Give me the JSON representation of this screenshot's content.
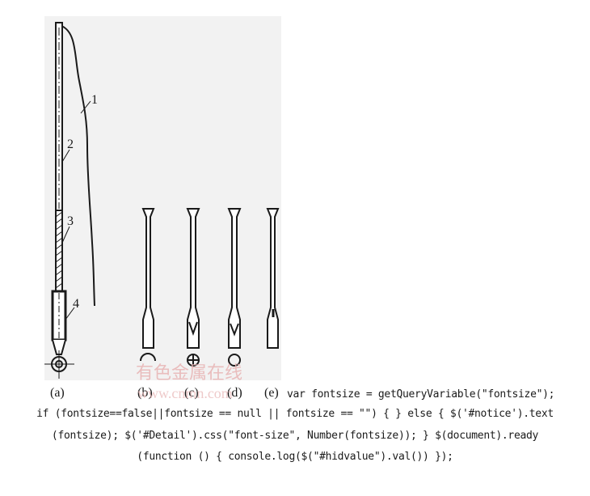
{
  "figure": {
    "callouts": [
      "1",
      "2",
      "3",
      "4"
    ],
    "panel_labels": [
      "(a)",
      "(b)",
      "(c)",
      "(d)",
      "(e)"
    ],
    "watermark": {
      "cn": "有色金属在线",
      "url": "www.cnmn.com"
    }
  },
  "code_text": {
    "line1": "var fontsize = getQueryVariable(\"fontsize\");",
    "line2": "if (fontsize==false||fontsize == null || fontsize == \"\") { } else { $('#notice').text",
    "line3": "(fontsize); $('#Detail').css(\"font-size\", Number(fontsize)); } $(document).ready",
    "line4": "(function () { console.log($(\"#hidvalue\").val()) });"
  },
  "colors": {
    "panel_bg": "#f2f2f2",
    "ink": "#1a1a1a",
    "watermark": "#e8b4b4"
  }
}
